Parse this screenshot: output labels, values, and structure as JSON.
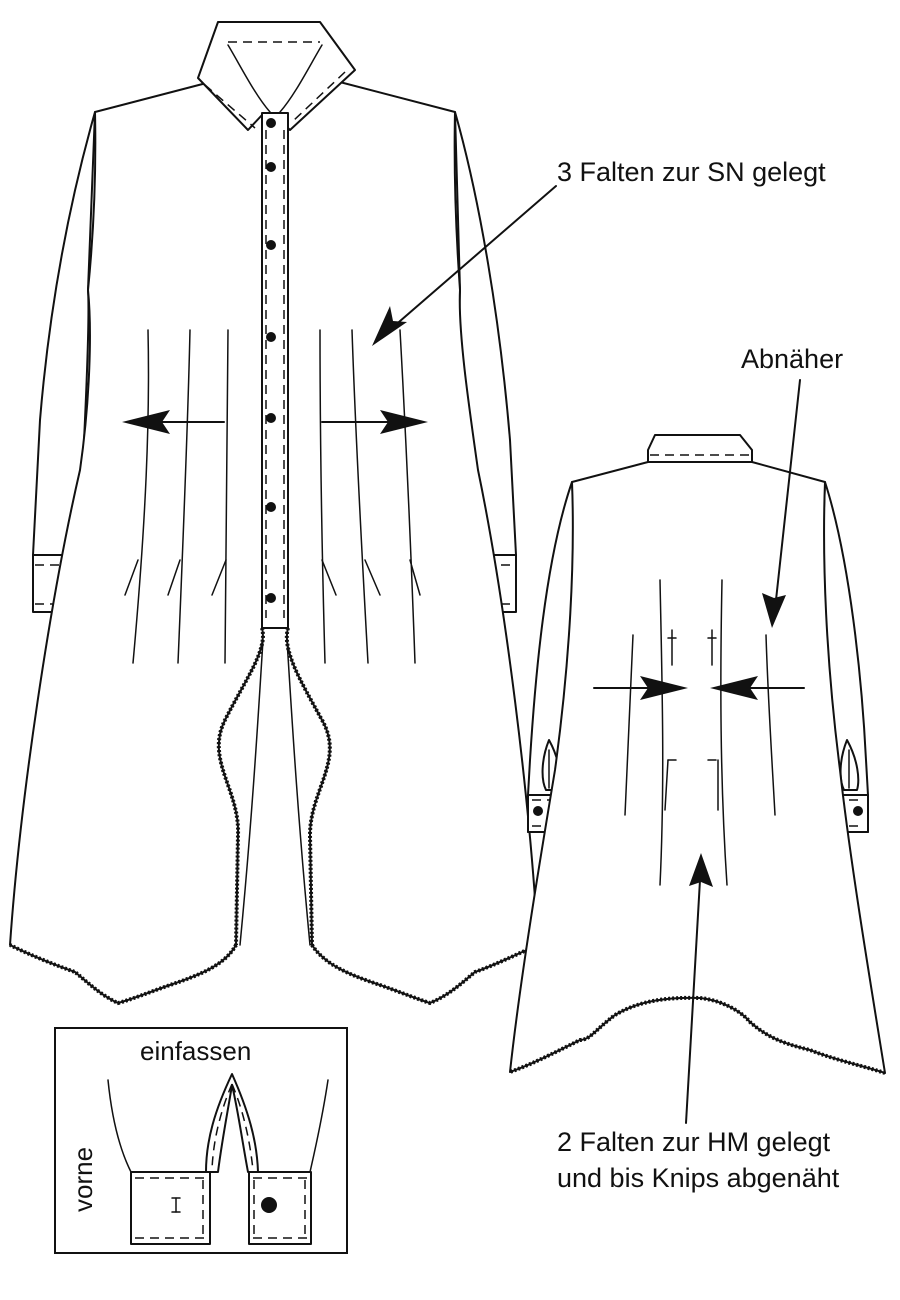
{
  "labels": {
    "front_pleats": "3 Falten zur SN gelegt",
    "darts": "Abnäher",
    "back_pleats_line1": "2 Falten zur HM gelegt",
    "back_pleats_line2": "und bis Knips abgenäht",
    "inset_title": "einfassen",
    "inset_side": "vorne"
  },
  "colors": {
    "ink": "#111111",
    "paper": "#ffffff"
  }
}
